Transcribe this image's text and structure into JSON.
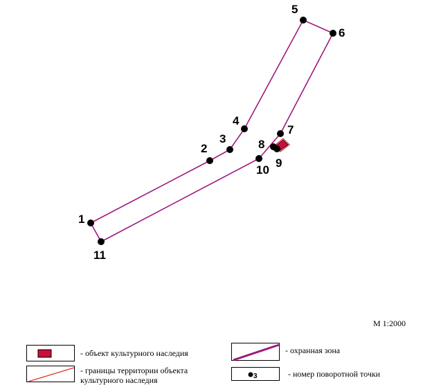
{
  "map": {
    "points": [
      {
        "id": "1",
        "label": "1"
      },
      {
        "id": "2",
        "label": "2"
      },
      {
        "id": "3",
        "label": "3"
      },
      {
        "id": "4",
        "label": "4"
      },
      {
        "id": "5",
        "label": "5"
      },
      {
        "id": "6",
        "label": "6"
      },
      {
        "id": "7",
        "label": "7"
      },
      {
        "id": "8",
        "label": "8"
      },
      {
        "id": "9",
        "label": "9"
      },
      {
        "id": "10",
        "label": "10"
      },
      {
        "id": "11",
        "label": "11"
      }
    ],
    "colors": {
      "zone_line": "#a0187e",
      "object_fill": "#c8103c",
      "territory_line": "#e0302a",
      "point": "#000000"
    }
  },
  "scale": {
    "text": "М 1:2000"
  },
  "legend": {
    "heritage_object": "- объект культурного наследия",
    "protection_zone": "- охранная зона",
    "territory_bounds": "- границы территории объекта культурного наследия",
    "turn_point": "- номер поворотной точки",
    "turn_point_sample": "3"
  }
}
